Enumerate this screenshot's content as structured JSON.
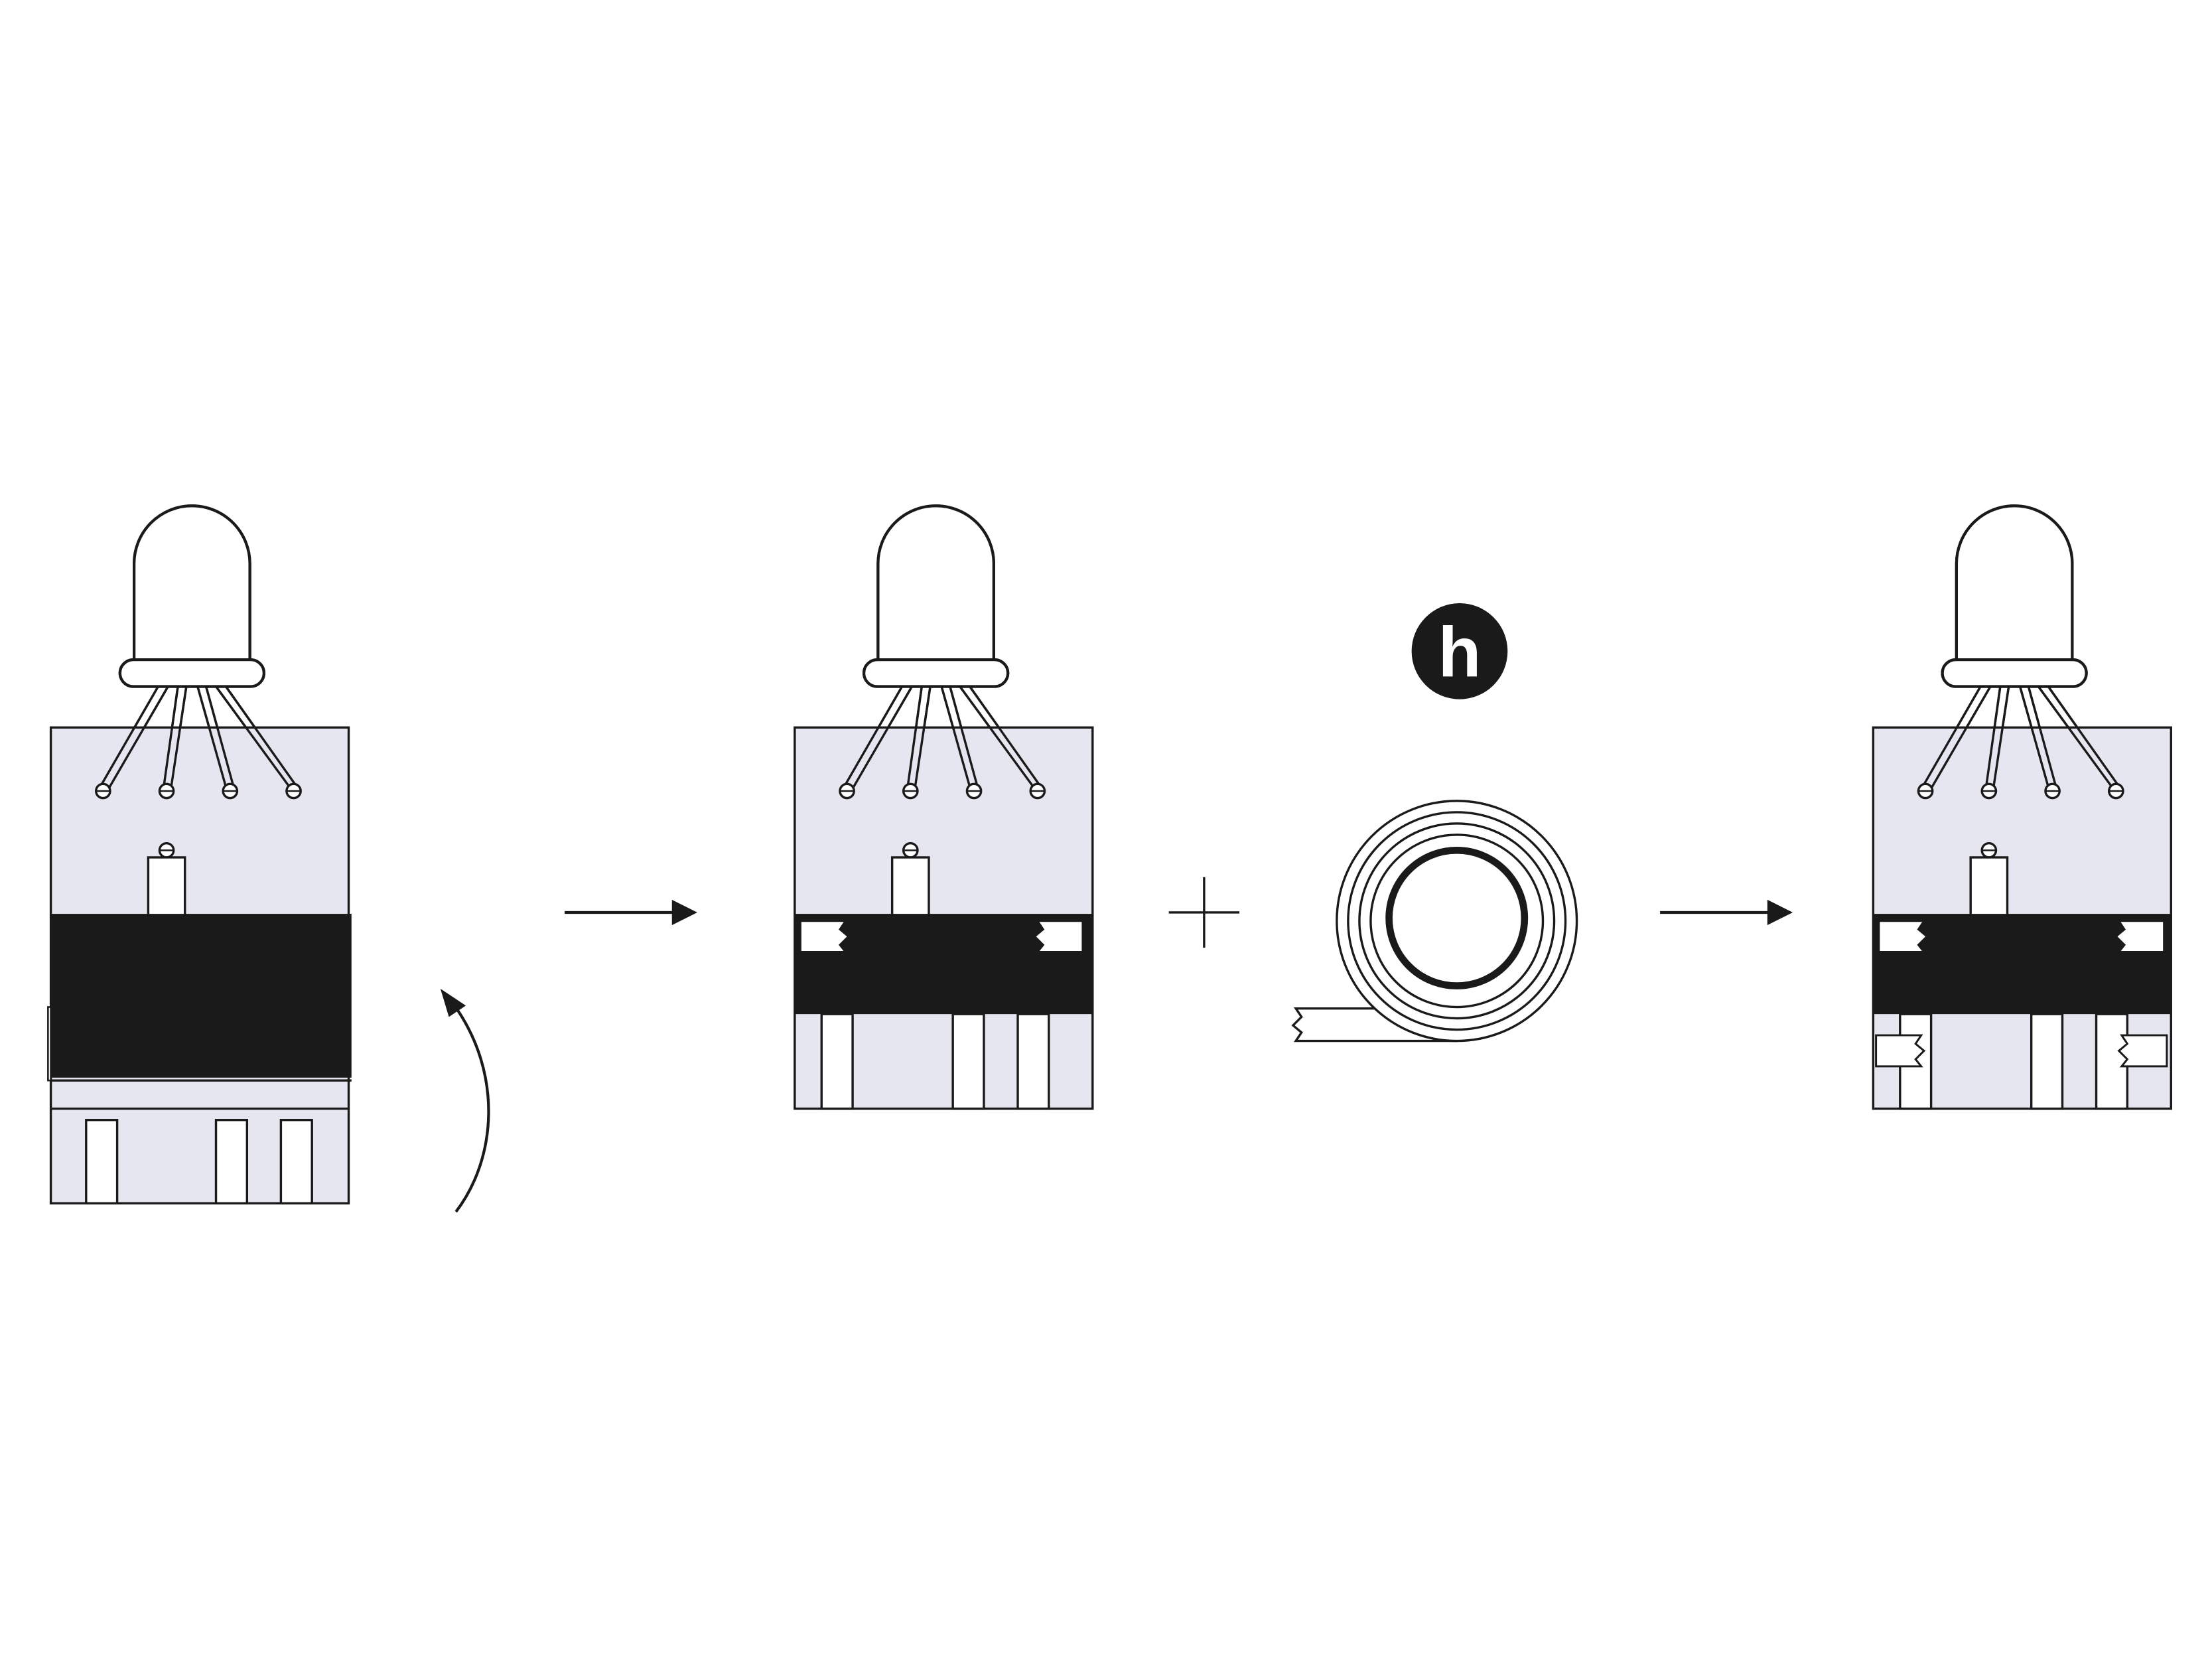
{
  "colors": {
    "background": "#ffffff",
    "board_fill": "#e6e6f1",
    "ink": "#1a1a1a",
    "tape_fill": "#1a1a1a",
    "paper_white": "#ffffff"
  },
  "step_badge": {
    "letter": "h",
    "icon": "step-letter-badge"
  },
  "panels": [
    {
      "name": "panel-1-fold",
      "description_icon": "led-on-card-with-black-strip-folded"
    },
    {
      "name": "panel-2-taped",
      "description_icon": "led-on-card-with-tape-ends"
    },
    {
      "name": "panel-3-final",
      "description_icon": "led-on-card-with-extra-tape-pieces"
    }
  ],
  "symbols": {
    "arrow_1": "right-arrow-icon",
    "plus": "plus-icon",
    "tape_roll": "tape-roll-icon",
    "arrow_2": "right-arrow-icon",
    "fold_arrow": "curved-fold-arrow-icon"
  }
}
